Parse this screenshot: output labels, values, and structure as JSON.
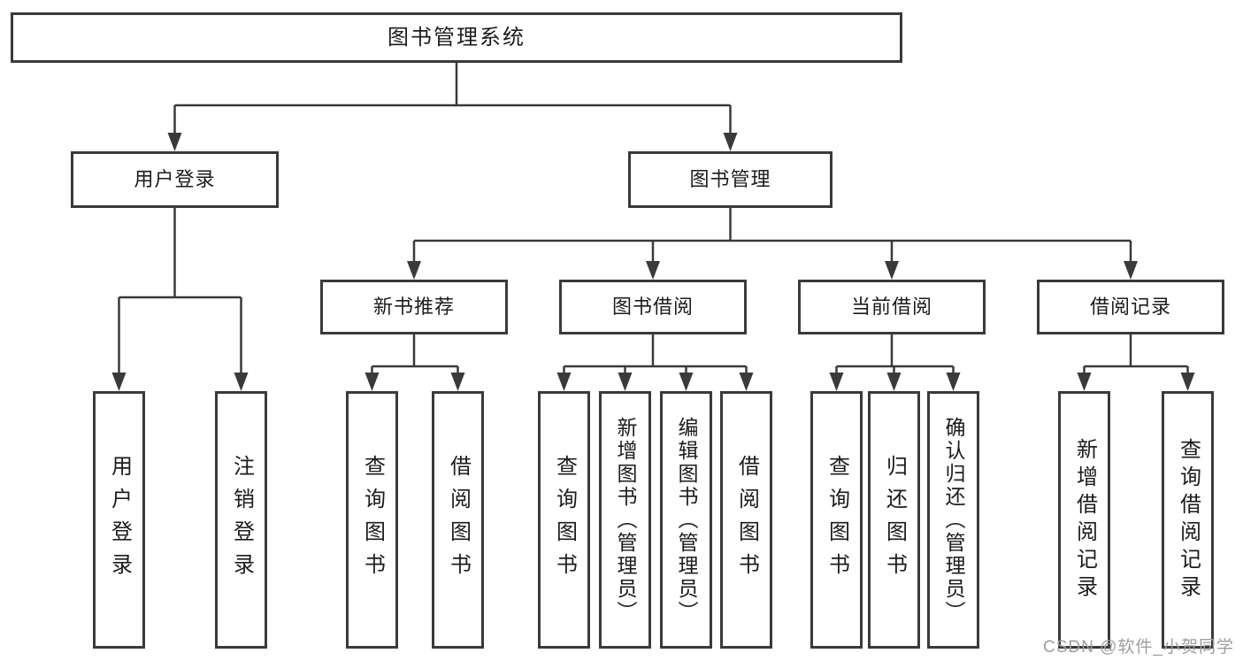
{
  "title": "图书管理系统",
  "tree": {
    "root": "图书管理系统",
    "children": [
      {
        "label": "用户登录",
        "children": [
          "用户登录",
          "注销登录"
        ]
      },
      {
        "label": "图书管理",
        "children": [
          {
            "label": "新书推荐",
            "children": [
              "查询图书",
              "借阅图书"
            ]
          },
          {
            "label": "图书借阅",
            "children": [
              "查询图书",
              "新增图书（管理员）",
              "编辑图书（管理员）",
              "借阅图书"
            ]
          },
          {
            "label": "当前借阅",
            "children": [
              "查询图书",
              "归还图书",
              "确认归还（管理员）"
            ]
          },
          {
            "label": "借阅记录",
            "children": [
              "新增借阅记录",
              "查询借阅记录"
            ]
          }
        ]
      }
    ]
  },
  "watermark": "CSDN @软件_小贺同学",
  "colors": {
    "line": "#3a3a3a",
    "text": "#1c1c1c",
    "watermark": "#9e9e9e",
    "background": "#ffffff"
  }
}
